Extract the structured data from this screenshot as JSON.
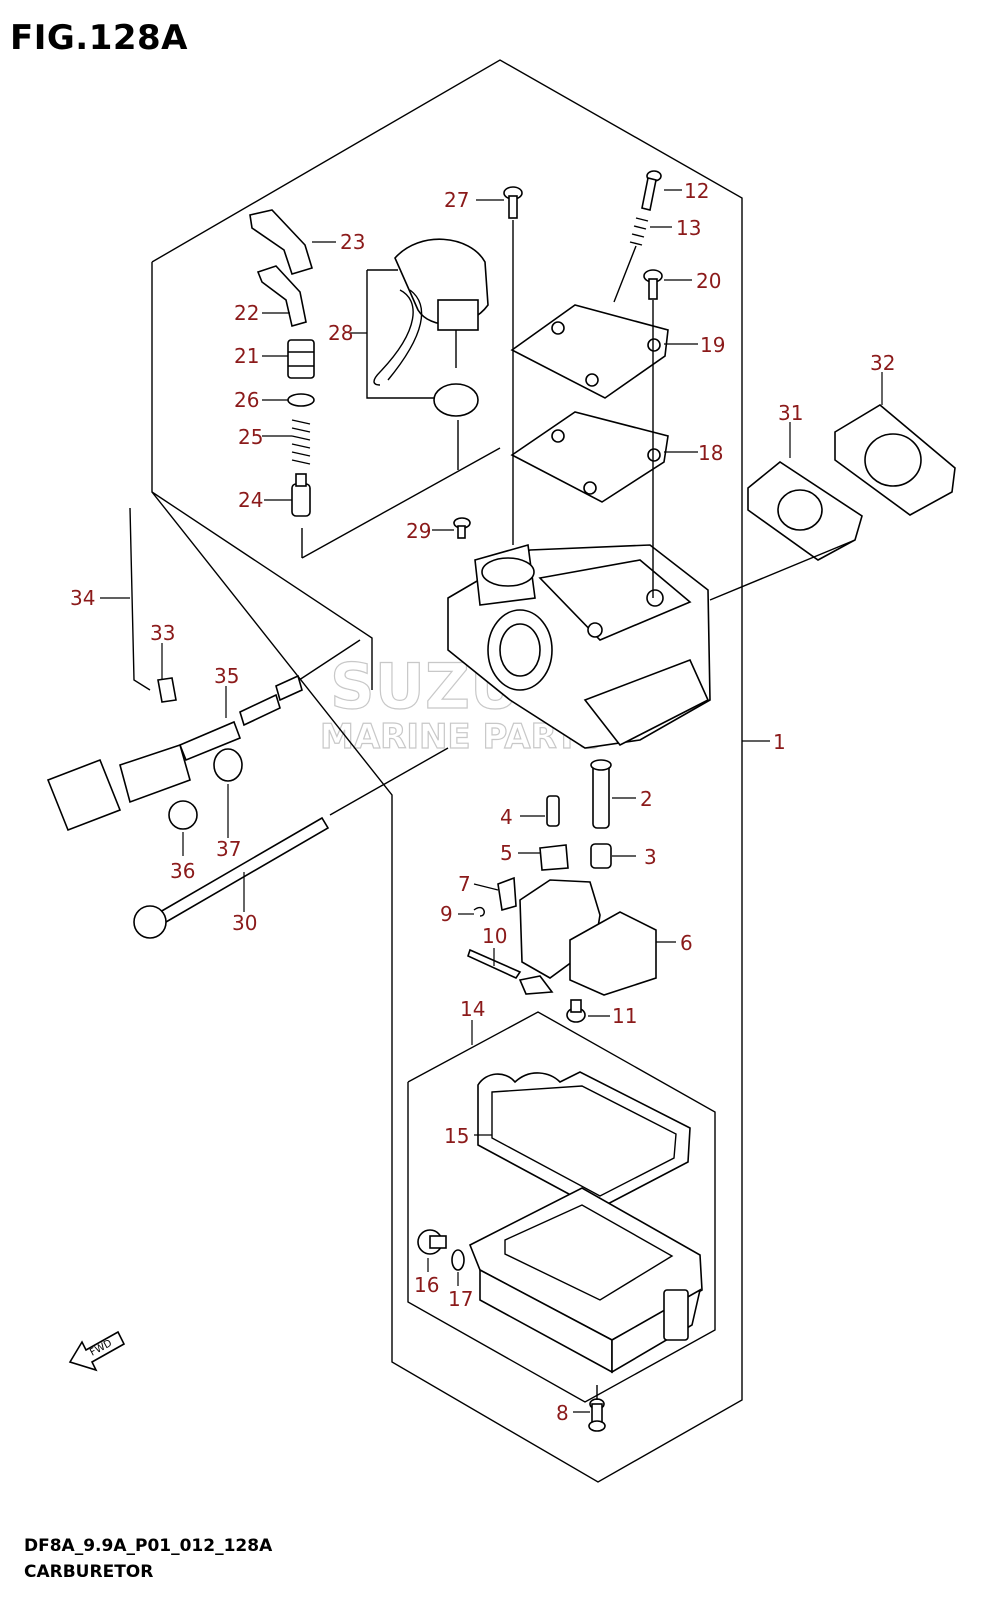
{
  "figure": {
    "title": "FIG.128A",
    "code": "DF8A_9.9A_P01_012_128A",
    "name": "CARBURETOR"
  },
  "watermark": {
    "brand": "SUZUKI",
    "line": "MARINE PARTS"
  },
  "fwd_label": "FWD",
  "callouts": [
    "1",
    "2",
    "3",
    "4",
    "5",
    "6",
    "7",
    "8",
    "9",
    "10",
    "11",
    "12",
    "13",
    "14",
    "15",
    "16",
    "17",
    "18",
    "19",
    "20",
    "21",
    "22",
    "23",
    "24",
    "25",
    "26",
    "27",
    "28",
    "29",
    "30",
    "31",
    "32",
    "33",
    "34",
    "35",
    "36",
    "37"
  ]
}
